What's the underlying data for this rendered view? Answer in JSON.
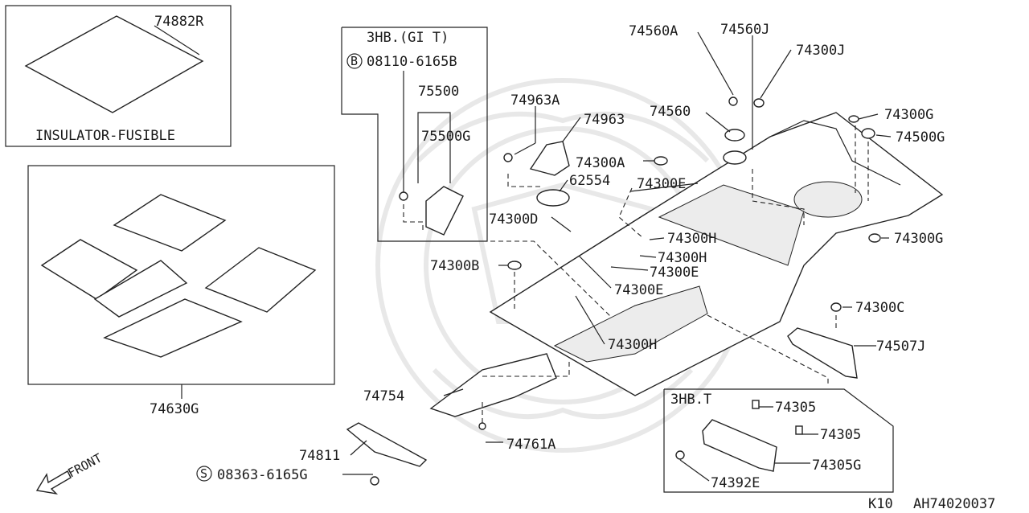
{
  "diagram": {
    "boxes": {
      "insulator": {
        "part_no": "74882R",
        "caption": "INSULATOR-FUSIBLE"
      },
      "carpet": {
        "part_no": "74630G"
      },
      "trim_3hb_gi_t": {
        "header": "3HB.(GI T)",
        "bolt_symbol": "B",
        "bolt_no": "08110-6165B",
        "parts": [
          "75500",
          "75500G"
        ]
      },
      "trim_3hb_t": {
        "header": "3HB.T",
        "parts": [
          "74305",
          "74305",
          "74305G",
          "74392E"
        ]
      }
    },
    "callouts": {
      "p74963A": "74963A",
      "p74963": "74963",
      "p74300A": "74300A",
      "p62554": "62554",
      "p74300D": "74300D",
      "p74300B": "74300B",
      "p74300E_top": "74300E",
      "p74300E_mid": "74300E",
      "p74300E_low": "74300E",
      "p74300H_1": "74300H",
      "p74300H_2": "74300H",
      "p74300H_3": "74300H",
      "p74560A": "74560A",
      "p74560J": "74560J",
      "p74560": "74560",
      "p74300J": "74300J",
      "p74300G_1": "74300G",
      "p74500G": "74500G",
      "p74300G_2": "74300G",
      "p74300C": "74300C",
      "p74507J": "74507J",
      "p74754": "74754",
      "p74761A": "74761A",
      "p74811": "74811",
      "screw_symbol": "S",
      "screw_no": "08363-6165G"
    },
    "front_label": "FRONT",
    "footer": {
      "code": "K10",
      "ref": "AH74020037"
    }
  }
}
